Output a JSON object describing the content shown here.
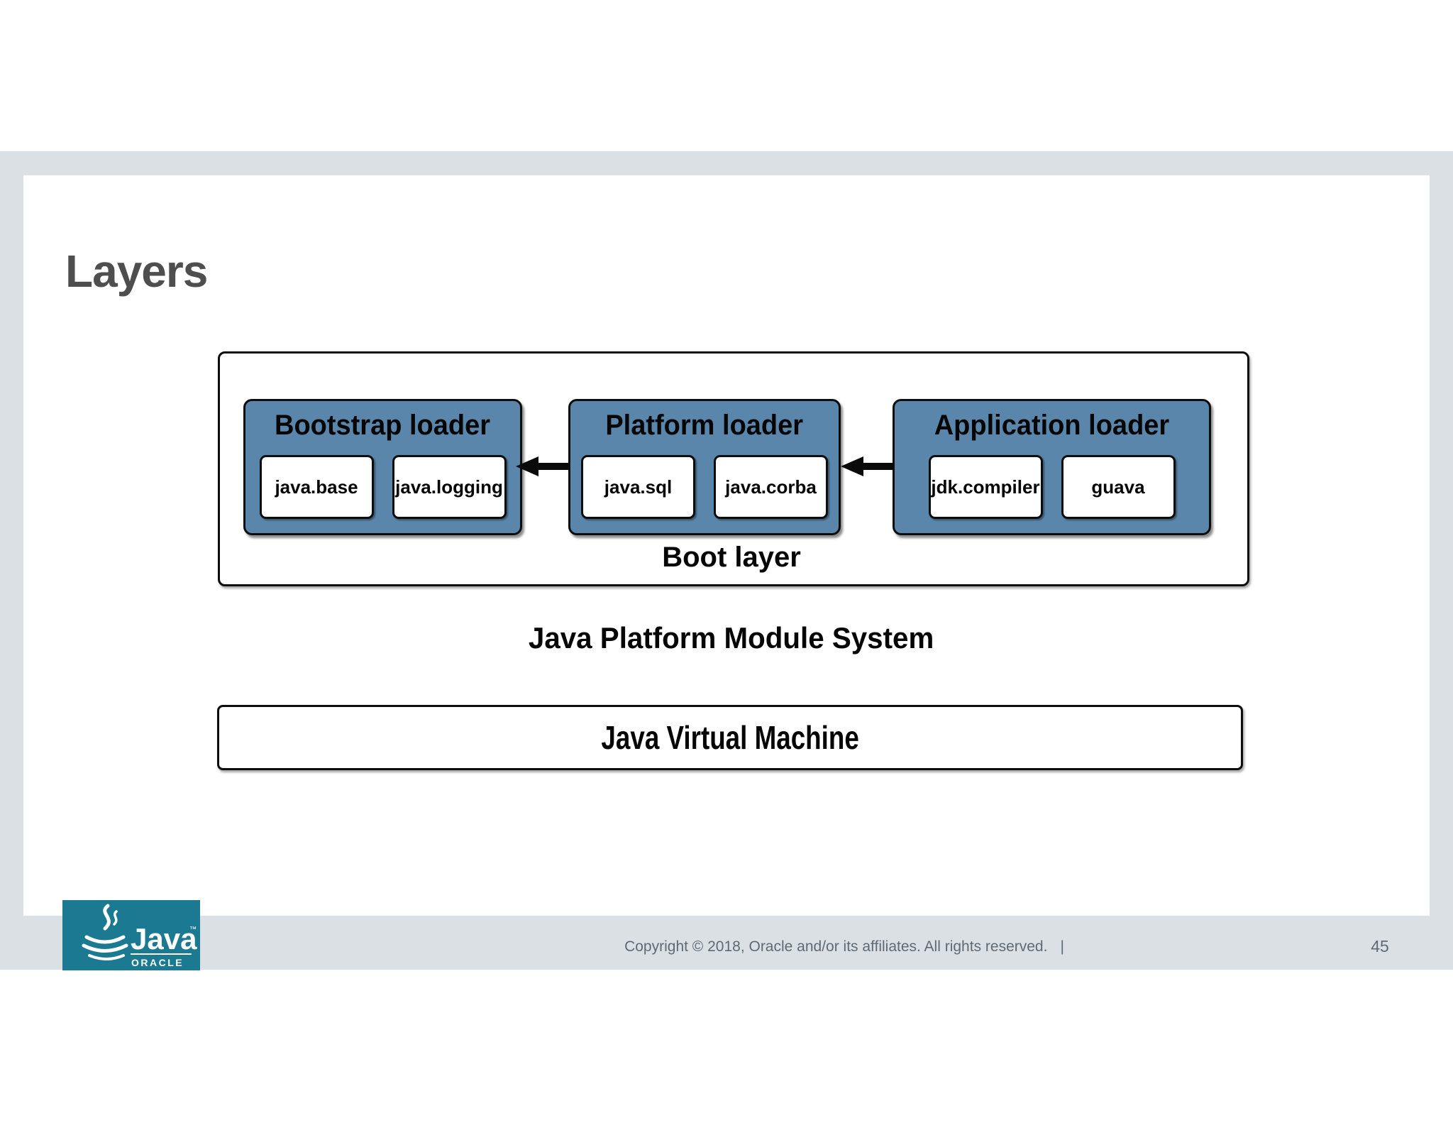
{
  "slide": {
    "title": "Layers",
    "page_number": "45",
    "copyright": "Copyright © 2018, Oracle and/or its affiliates. All rights reserved.",
    "footer_divider": "|"
  },
  "diagram": {
    "boot_layer_label": "Boot layer",
    "loaders": [
      {
        "name": "Bootstrap loader",
        "modules": [
          "java.base",
          "java.logging"
        ]
      },
      {
        "name": "Platform loader",
        "modules": [
          "java.sql",
          "java.corba"
        ]
      },
      {
        "name": "Application loader",
        "modules": [
          "jdk.compiler",
          "guava"
        ]
      }
    ],
    "platform_label": "Java Platform Module System",
    "jvm_label": "Java Virtual Machine"
  },
  "logo": {
    "brand": "Java",
    "trademark": "™",
    "company": "ORACLE"
  },
  "colors": {
    "loader_fill": "#5b86ab",
    "frame_gray": "#dbe0e5",
    "logo_teal": "#1b7a91",
    "title_gray": "#4e4e4e"
  }
}
